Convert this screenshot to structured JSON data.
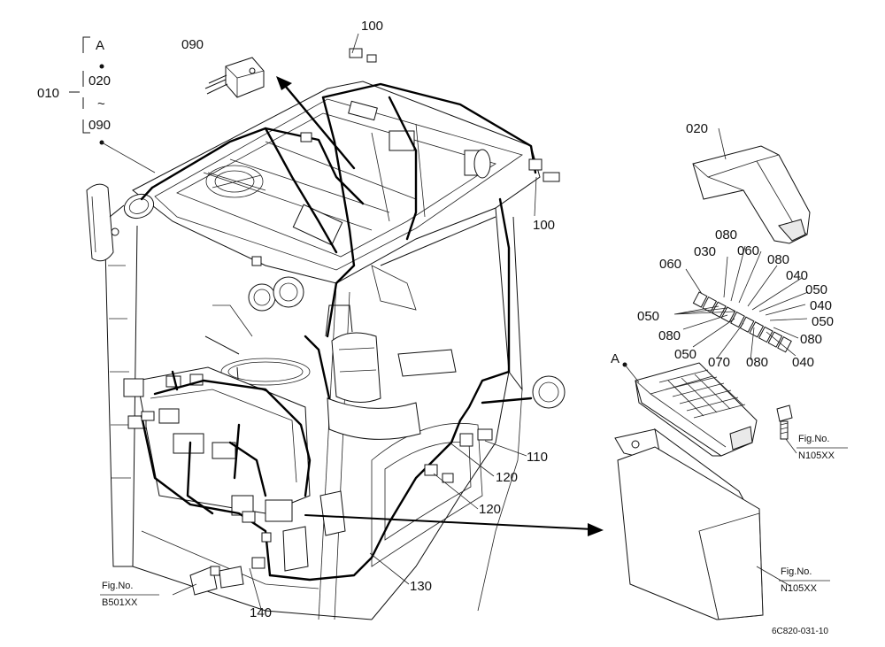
{
  "callouts": {
    "c010": "010",
    "cA_top": "A",
    "c020_range": "020",
    "tilde": "~",
    "c090_range": "090",
    "c090": "090",
    "c100_top": "100",
    "c100_right": "100",
    "c110": "110",
    "c120_a": "120",
    "c120_b": "120",
    "c130": "130",
    "c140": "140",
    "c020": "020",
    "cA_fuse": "A",
    "f060_a": "060",
    "f030": "030",
    "f080_a": "080",
    "f060_b": "060",
    "f080_b": "080",
    "f040_a": "040",
    "f050_a": "050",
    "f040_b": "040",
    "f050_b": "050",
    "f050_c": "050",
    "f080_c": "080",
    "f080_d": "080",
    "f050_d": "050",
    "f070": "070",
    "f080_e": "080",
    "f040_c": "040"
  },
  "figrefs": {
    "fig1_line1": "Fig.No.",
    "fig1_line2": "N105XX",
    "fig2_line1": "Fig.No.",
    "fig2_line2": "N105XX",
    "fig3_line1": "Fig.No.",
    "fig3_line2": "B501XX"
  },
  "code": "6C820-031-10"
}
